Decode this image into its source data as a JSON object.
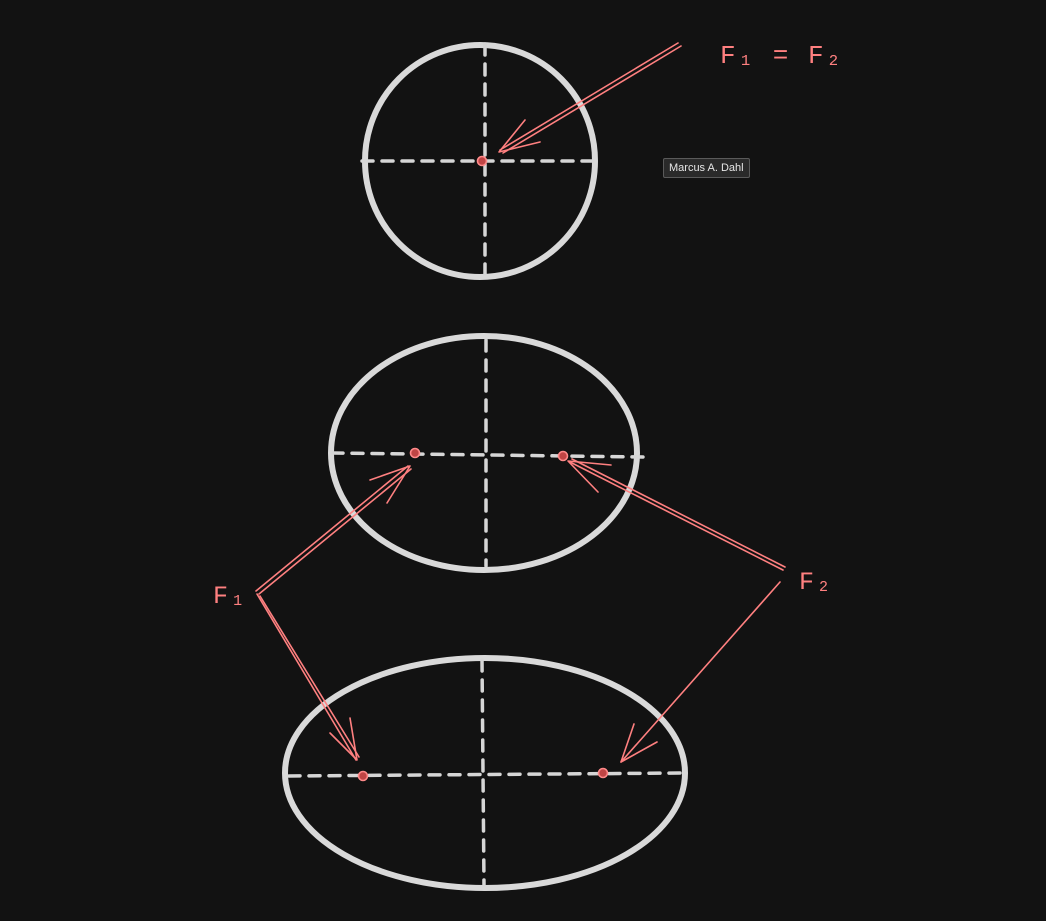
{
  "labels": {
    "circle_foci": "F₁ = F₂",
    "focus_1": "F₁",
    "focus_2": "F₂"
  },
  "collaborator": {
    "name": "Marcus A. Dahl"
  },
  "colors": {
    "background": "#121212",
    "stroke": "#d9d9d9",
    "accent": "#ff7f7f"
  }
}
